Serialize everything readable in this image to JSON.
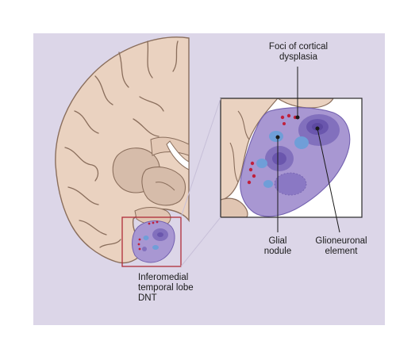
{
  "labels": {
    "foci_line1": "Foci of cortical",
    "foci_line2": "dysplasia",
    "glial_line1": "Glial",
    "glial_line2": "nodule",
    "glioneuronal_line1": "Glioneuronal",
    "glioneuronal_line2": "element",
    "dnt_line1": "Inferomedial",
    "dnt_line2": "temporal lobe",
    "dnt_line3": "DNT"
  },
  "colors": {
    "background": "#dcd6e8",
    "brain_tissue": "#ead2c0",
    "brain_outline": "#8a6e5c",
    "deep_structure": "#d6bcaa",
    "tumor_light": "#a897d2",
    "tumor_dark": "#8270bd",
    "glioneuronal_core": "#6a56ad",
    "glial_nodule": "#6f9ed8",
    "dysplasia_dots": "#c0203c",
    "highlight_box": "#b02c38"
  }
}
